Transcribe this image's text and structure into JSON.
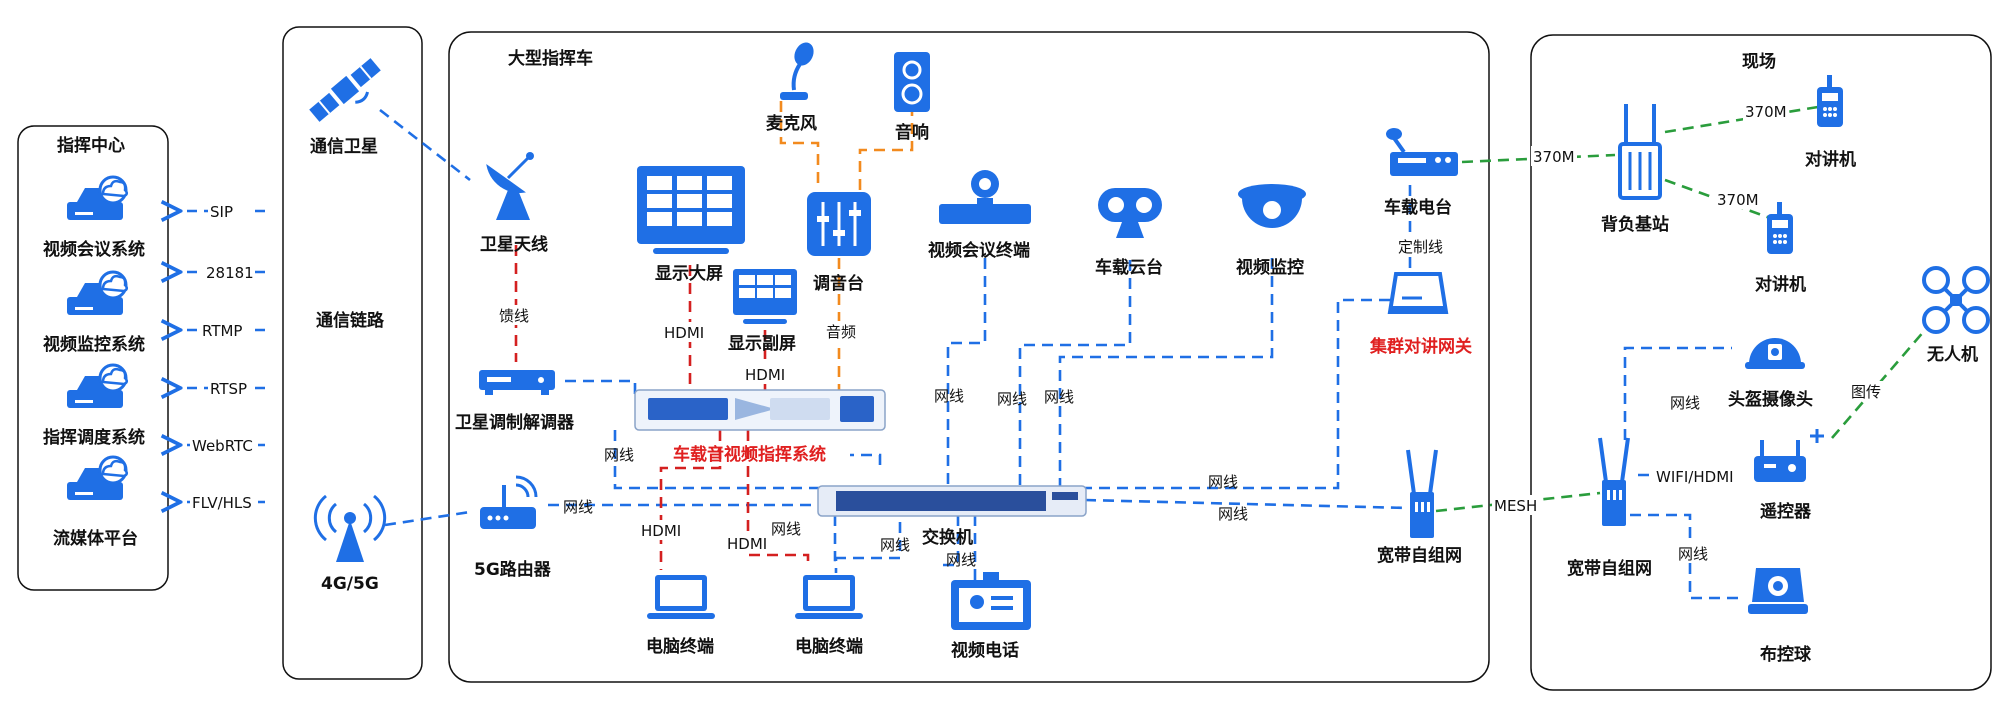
{
  "colors": {
    "accent": "#1f6fe5",
    "red_line": "#d42020",
    "orange_line": "#f28a1e",
    "green_line": "#2a9d3c",
    "dark_line": "#111111",
    "red_text": "#e02020"
  },
  "groups": {
    "command_center": "指挥中心",
    "vehicle": "大型指挥车",
    "field": "现场",
    "comm_link": "通信链路"
  },
  "command_center": {
    "items": [
      "视频会议系统",
      "视频监控系统",
      "指挥调度系统",
      "流媒体平台"
    ],
    "protocols": [
      "SIP",
      "28181",
      "RTMP",
      "RTSP",
      "WebRTC",
      "FLV/HLS"
    ]
  },
  "comm": {
    "satellite": "通信卫星",
    "cellular": "4G/5G"
  },
  "vehicle": {
    "sat_antenna": "卫星天线",
    "sat_modem": "卫星调制解调器",
    "router_5g": "5G路由器",
    "display_main": "显示大屏",
    "display_sub": "显示副屏",
    "mixer": "调音台",
    "mic": "麦克风",
    "speaker": "音响",
    "vc_terminal": "视频会议终端",
    "ptz": "车载云台",
    "cctv": "视频监控",
    "radio": "车载电台",
    "gateway": "集群对讲网关",
    "system": "车载音视频指挥系统",
    "switch": "交换机",
    "pc1": "电脑终端",
    "pc2": "电脑终端",
    "video_phone": "视频电话",
    "mesh": "宽带自组网"
  },
  "field": {
    "base_station": "背负基站",
    "walkie1": "对讲机",
    "walkie2": "对讲机",
    "helmet_cam": "头盔摄像头",
    "remote": "遥控器",
    "drone": "无人机",
    "mesh": "宽带自组网",
    "dome": "布控球"
  },
  "links": {
    "feeder": "馈线",
    "hdmi": "HDMI",
    "audio": "音频",
    "ethernet": "网线",
    "custom": "定制线",
    "f370": "370M",
    "wifi_hdmi": "WIFI/HDMI",
    "image_tx": "图传",
    "mesh": "MESH"
  }
}
